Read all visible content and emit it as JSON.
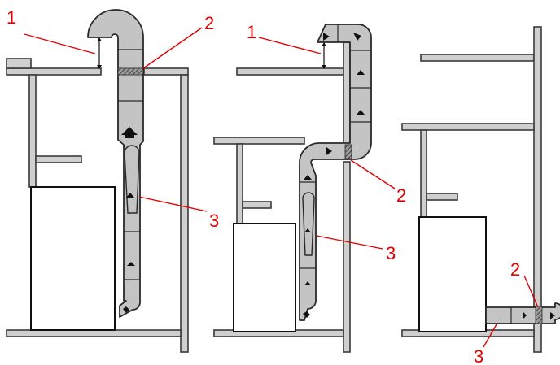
{
  "callouts": {
    "p1_1": "1",
    "p1_2": "2",
    "p1_3": "3",
    "p2_1": "1",
    "p2_2": "2",
    "p2_3": "3",
    "p3_2": "2",
    "p3_3": "3"
  },
  "colors": {
    "callout": "#e30000",
    "duct": "#c4c4c4",
    "wall": "#cfcfcf",
    "outline": "#2a2a2a"
  }
}
